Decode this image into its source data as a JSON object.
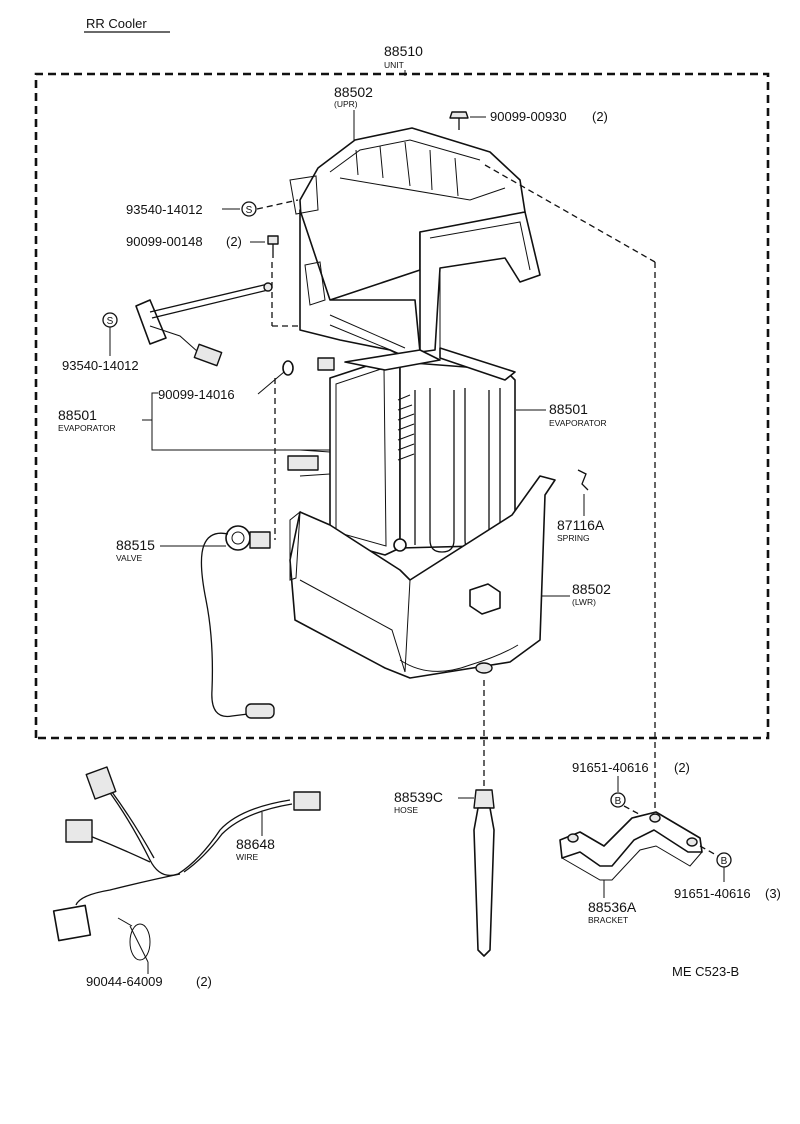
{
  "title": "RR Cooler",
  "diagram_code": "ME C523-B",
  "parts": {
    "unit": {
      "number": "88510",
      "name": "UNIT"
    },
    "upr": {
      "number": "88502",
      "name": "(UPR)"
    },
    "screw_top": {
      "number": "90099-00930",
      "qty": "(2)"
    },
    "clip_a": {
      "number": "93540-14012",
      "symbol": "S"
    },
    "screw_side": {
      "number": "90099-00148",
      "qty": "(2)"
    },
    "clip_b": {
      "number": "93540-14012",
      "symbol": "S"
    },
    "oring": {
      "number": "90099-14016"
    },
    "evap_left": {
      "number": "88501",
      "name": "EVAPORATOR"
    },
    "evap_right": {
      "number": "88501",
      "name": "EVAPORATOR"
    },
    "valve": {
      "number": "88515",
      "name": "VALVE"
    },
    "spring": {
      "number": "87116A",
      "name": "SPRING"
    },
    "lwr": {
      "number": "88502",
      "name": "(LWR)"
    },
    "bolt_a": {
      "number": "91651-40616",
      "qty": "(2)",
      "symbol": "B"
    },
    "hose": {
      "number": "88539C",
      "name": "HOSE"
    },
    "wire": {
      "number": "88648",
      "name": "WIRE"
    },
    "bolt_b": {
      "number": "91651-40616",
      "qty": "(3)",
      "symbol": "B"
    },
    "bracket": {
      "number": "88536A",
      "name": "BRACKET"
    },
    "clamp": {
      "number": "90044-64009",
      "qty": "(2)"
    }
  }
}
